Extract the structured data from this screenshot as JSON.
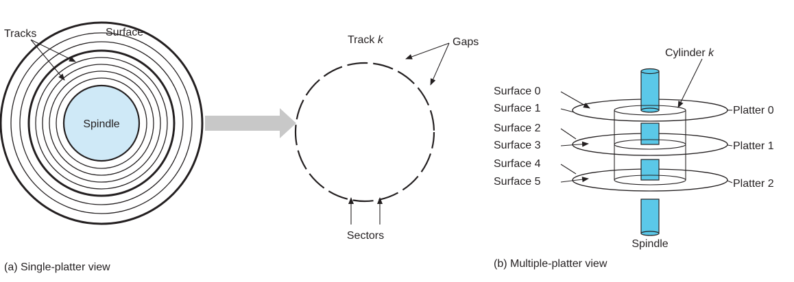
{
  "colors": {
    "spindle_fill": "#cfe9f7",
    "spindle_3d": "#5bc8e8",
    "line": "#231f20",
    "arrow": "#c8c8c8",
    "background": "#ffffff"
  },
  "single_platter": {
    "labels": {
      "tracks": "Tracks",
      "surface": "Surface",
      "spindle": "Spindle"
    },
    "caption": "(a) Single-platter view"
  },
  "track": {
    "title_word": "Track",
    "title_var": "k",
    "gaps": "Gaps",
    "sectors": "Sectors"
  },
  "multi_platter": {
    "cylinder_word": "Cylinder",
    "cylinder_var": "k",
    "surfaces": [
      "Surface 0",
      "Surface 1",
      "Surface 2",
      "Surface 3",
      "Surface 4",
      "Surface 5"
    ],
    "platters": [
      "Platter 0",
      "Platter 1",
      "Platter 2"
    ],
    "spindle": "Spindle",
    "caption": "(b) Multiple-platter view"
  }
}
